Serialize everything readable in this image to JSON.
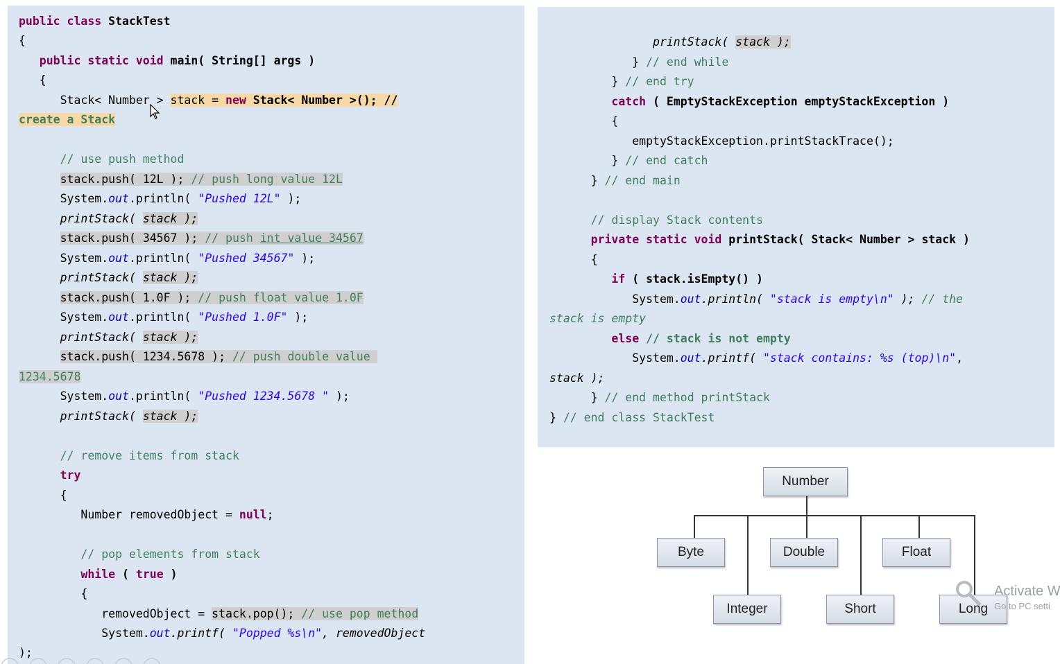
{
  "left_code": {
    "l1": {
      "a": "public class",
      "b": " StackTest"
    },
    "l2": "{",
    "l3": {
      "a": "   public static void",
      "b": " main( String[] args )"
    },
    "l4": "   {",
    "l5": {
      "a": "      Stack< Number > ",
      "b": "stack = ",
      "c": "new",
      "d": " Stack< Number >(); //"
    },
    "l6": "create a Stack",
    "l7": "      // use push method",
    "l8": {
      "a": "      ",
      "b": "stack.push( 12L ); ",
      "c": "// push long value 12L"
    },
    "l9": {
      "a": "      System.",
      "b": "out",
      "c": ".println( ",
      "d": "\"Pushed 12L\"",
      "e": " );"
    },
    "l10": {
      "a": "      printStack( ",
      "b": "stack );"
    },
    "l11": {
      "a": "      ",
      "b": "stack.push( 34567 ); ",
      "c": "// push ",
      "d": "int value 34567"
    },
    "l12": {
      "a": "      System.",
      "b": "out",
      "c": ".println( ",
      "d": "\"Pushed 34567\"",
      "e": " );"
    },
    "l13": {
      "a": "      printStack( ",
      "b": "stack );"
    },
    "l14": {
      "a": "      ",
      "b": "stack.push( 1.0F ); ",
      "c": "// push float value 1.0F"
    },
    "l15": {
      "a": "      System.",
      "b": "out",
      "c": ".println( ",
      "d": "\"Pushed 1.0F\"",
      "e": " );"
    },
    "l16": {
      "a": "      printStack( ",
      "b": "stack );"
    },
    "l17": {
      "a": "      ",
      "b": "stack.push( 1234.5678 ); ",
      "c": "// push double value "
    },
    "l18": "1234.5678",
    "l19": {
      "a": "      System.",
      "b": "out",
      "c": ".println( ",
      "d": "\"Pushed 1234.5678 \"",
      "e": " );"
    },
    "l20": {
      "a": "      printStack( ",
      "b": "stack );"
    },
    "l21": "      // remove items from stack",
    "l22": "      try",
    "l23": "      {",
    "l24": {
      "a": "         Number removedObject = ",
      "b": "null",
      "c": ";"
    },
    "l25": "         // pop elements from stack",
    "l26": {
      "a": "         while",
      "b": " ( ",
      "c": "true",
      "d": " )"
    },
    "l27": "         {",
    "l28": {
      "a": "            removedObject = ",
      "b": "stack.pop(); ",
      "c": "// use pop method"
    },
    "l29": {
      "a": "            System.",
      "b": "out",
      "c": ".printf( ",
      "d": "\"Popped %s\\n\"",
      "e": ", removedObject"
    },
    "l30": ");"
  },
  "right_code": {
    "r1": {
      "a": "               printStack( ",
      "b": "stack );"
    },
    "r2": {
      "a": "            } ",
      "b": "// end while"
    },
    "r3": {
      "a": "         } ",
      "b": "// end try"
    },
    "r4": {
      "a": "         catch",
      "b": " ( EmptyStackException emptyStackException )"
    },
    "r5": "         {",
    "r6": "            emptyStackException.printStackTrace();",
    "r7": {
      "a": "         } ",
      "b": "// end catch"
    },
    "r8": {
      "a": "      } ",
      "b": "// end main"
    },
    "r9": "      // display Stack contents",
    "r10": {
      "a": "      private static void",
      "b": " printStack( Stack< Number > stack )"
    },
    "r11": "      {",
    "r12": {
      "a": "         if",
      "b": " ( stack.isEmpty() )"
    },
    "r13": {
      "a": "            System.",
      "b": "out",
      "c": ".println( ",
      "d": "\"stack is empty\\n\"",
      "e": " ); ",
      "f": "// the"
    },
    "r14": "stack is empty",
    "r15": {
      "a": "         else",
      "b": " // stack is not empty"
    },
    "r16": {
      "a": "            System.",
      "b": "out",
      "c": ".printf( ",
      "d": "\"stack contains: %s (top)\\n\"",
      "e": ","
    },
    "r17": "stack );",
    "r18": {
      "a": "      } ",
      "b": "// end method printStack"
    },
    "r19": {
      "a": "} ",
      "b": "// end class StackTest"
    }
  },
  "diagram": {
    "root": "Number",
    "children": [
      "Byte",
      "Double",
      "Float",
      "Integer",
      "Short",
      "Long"
    ]
  },
  "watermark": {
    "title": "Activate W",
    "subtitle": "Go to PC setti"
  }
}
